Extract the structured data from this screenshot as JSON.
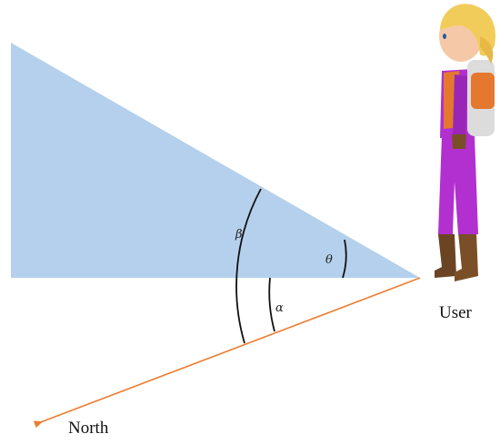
{
  "labels": {
    "beta": "β",
    "theta": "θ",
    "alpha": "α",
    "user": "User",
    "north": "North"
  },
  "colors": {
    "wedge_fill": "#b4d0ec",
    "north_arrow": "#ed7d31",
    "arc_stroke": "#111111",
    "suit_purple": "#b22fd0",
    "suit_orange": "#e4782f",
    "boots": "#6b4523",
    "hair": "#f2cc5a",
    "skin": "#f5c9a8"
  },
  "icons": {
    "user_figure": "astronaut-girl-figure",
    "north_arrow": "arrow-left-icon"
  }
}
